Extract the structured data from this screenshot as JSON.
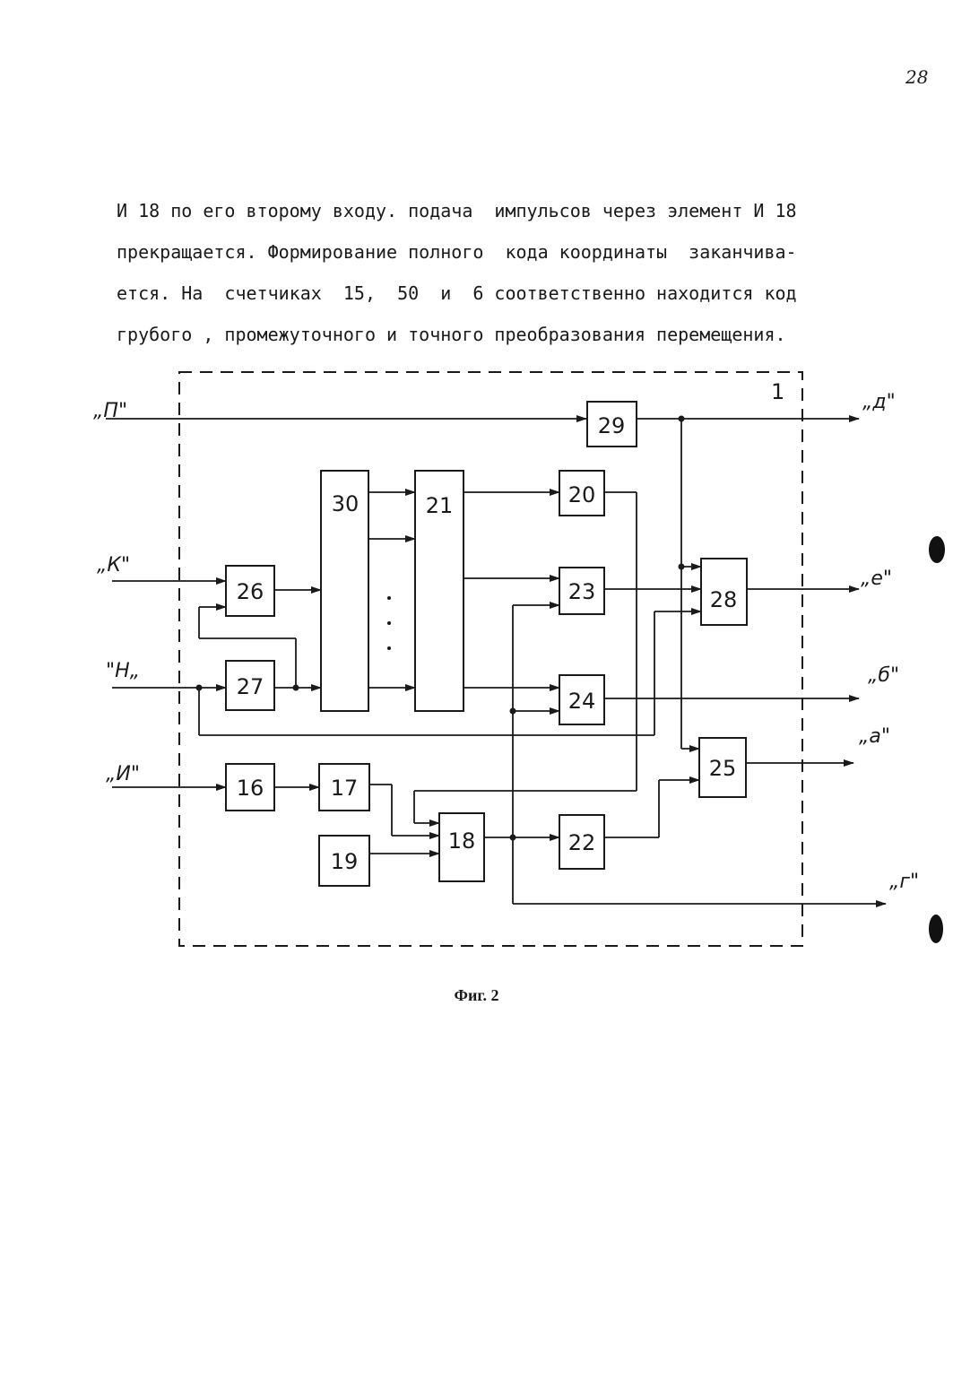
{
  "page_number": "28",
  "paragraph_lines": [
    "И 18 по его второму входу. подача  импульсов через элемент И 18",
    "прекращается. Формирование полного  кода координаты  заканчива-",
    "ется. На  счетчиках  15,  50  и  6 соответственно находится код",
    "грубого , промежуточного и точного преобразования перемещения."
  ],
  "figure": {
    "unit_label": "1",
    "blocks": [
      "29",
      "30",
      "21",
      "20",
      "23",
      "24",
      "26",
      "27",
      "28",
      "25",
      "16",
      "17",
      "19",
      "18",
      "22"
    ],
    "inputs": [
      "„П\"",
      "„К\"",
      "\"Н„",
      "„И\""
    ],
    "outputs": [
      "„д\"",
      "„е\"",
      "„б\"",
      "„а\"",
      "„г\""
    ]
  },
  "caption": "Фиг. 2"
}
